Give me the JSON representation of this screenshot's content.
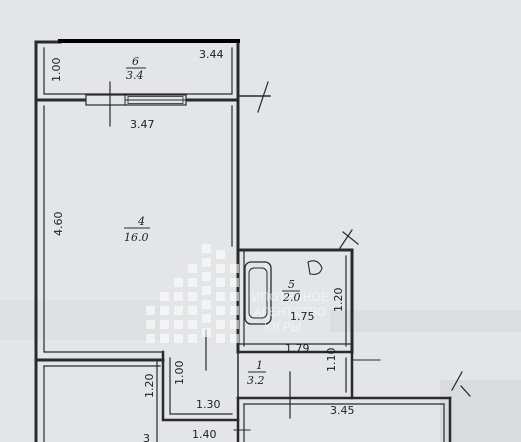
{
  "rooms": [
    {
      "id": "6",
      "number": "6",
      "area": "3.4",
      "dims": [
        "3.44",
        "1.00"
      ]
    },
    {
      "id": "4",
      "number": "4",
      "area": "16.0",
      "dims": [
        "3.47",
        "4.60"
      ]
    },
    {
      "id": "5",
      "number": "5",
      "area": "2.0",
      "dims": [
        "1.75",
        "1.20"
      ]
    },
    {
      "id": "1",
      "number": "1",
      "area": "3.2",
      "dims": [
        "1.79",
        "1.10",
        "1.30",
        "1.00",
        "1.20",
        "1.40"
      ]
    }
  ],
  "other_dims": {
    "d345": "3.45",
    "d3": "3"
  },
  "watermark": {
    "line1": "ИПОТЕЧНОЕ",
    "line2": "АГЕНТСТВО",
    "line3": "ЮГРЫ"
  },
  "colors": {
    "paper": "#e4e5e8",
    "wall": "#2a2a2a",
    "balcony": "#000000"
  }
}
